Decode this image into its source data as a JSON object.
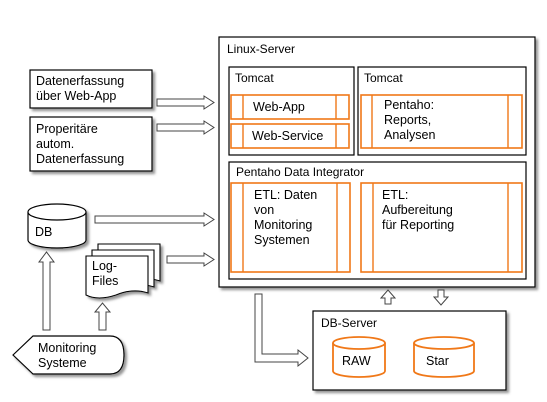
{
  "sources": {
    "web_app_entry": "Datenerfassung\nüber Web-App",
    "auto_entry": "Properitäre\nautom.\nDatenerfassung",
    "db": "DB",
    "log_files": "Log-\nFiles",
    "monitoring": "Monitoring\nSysteme"
  },
  "linux_server": {
    "title": "Linux-Server",
    "tomcat_left": {
      "title": "Tomcat",
      "items": [
        "Web-App",
        "Web-Service"
      ]
    },
    "tomcat_right": {
      "title": "Tomcat",
      "item": "Pentaho:\nReports,\nAnalysen"
    },
    "pdi": {
      "title": "Pentaho Data Integrator",
      "etl_left": "ETL: Daten\nvon\nMonitoring\nSystemen",
      "etl_right": "ETL:\nAufbereitung\nfür Reporting"
    }
  },
  "db_server": {
    "title": "DB-Server",
    "databases": [
      "RAW",
      "Star"
    ]
  },
  "colors": {
    "accent": "#f07818",
    "line": "#000000",
    "shadow": "#9a9a9a",
    "arrow_fill": "#ffffff"
  }
}
